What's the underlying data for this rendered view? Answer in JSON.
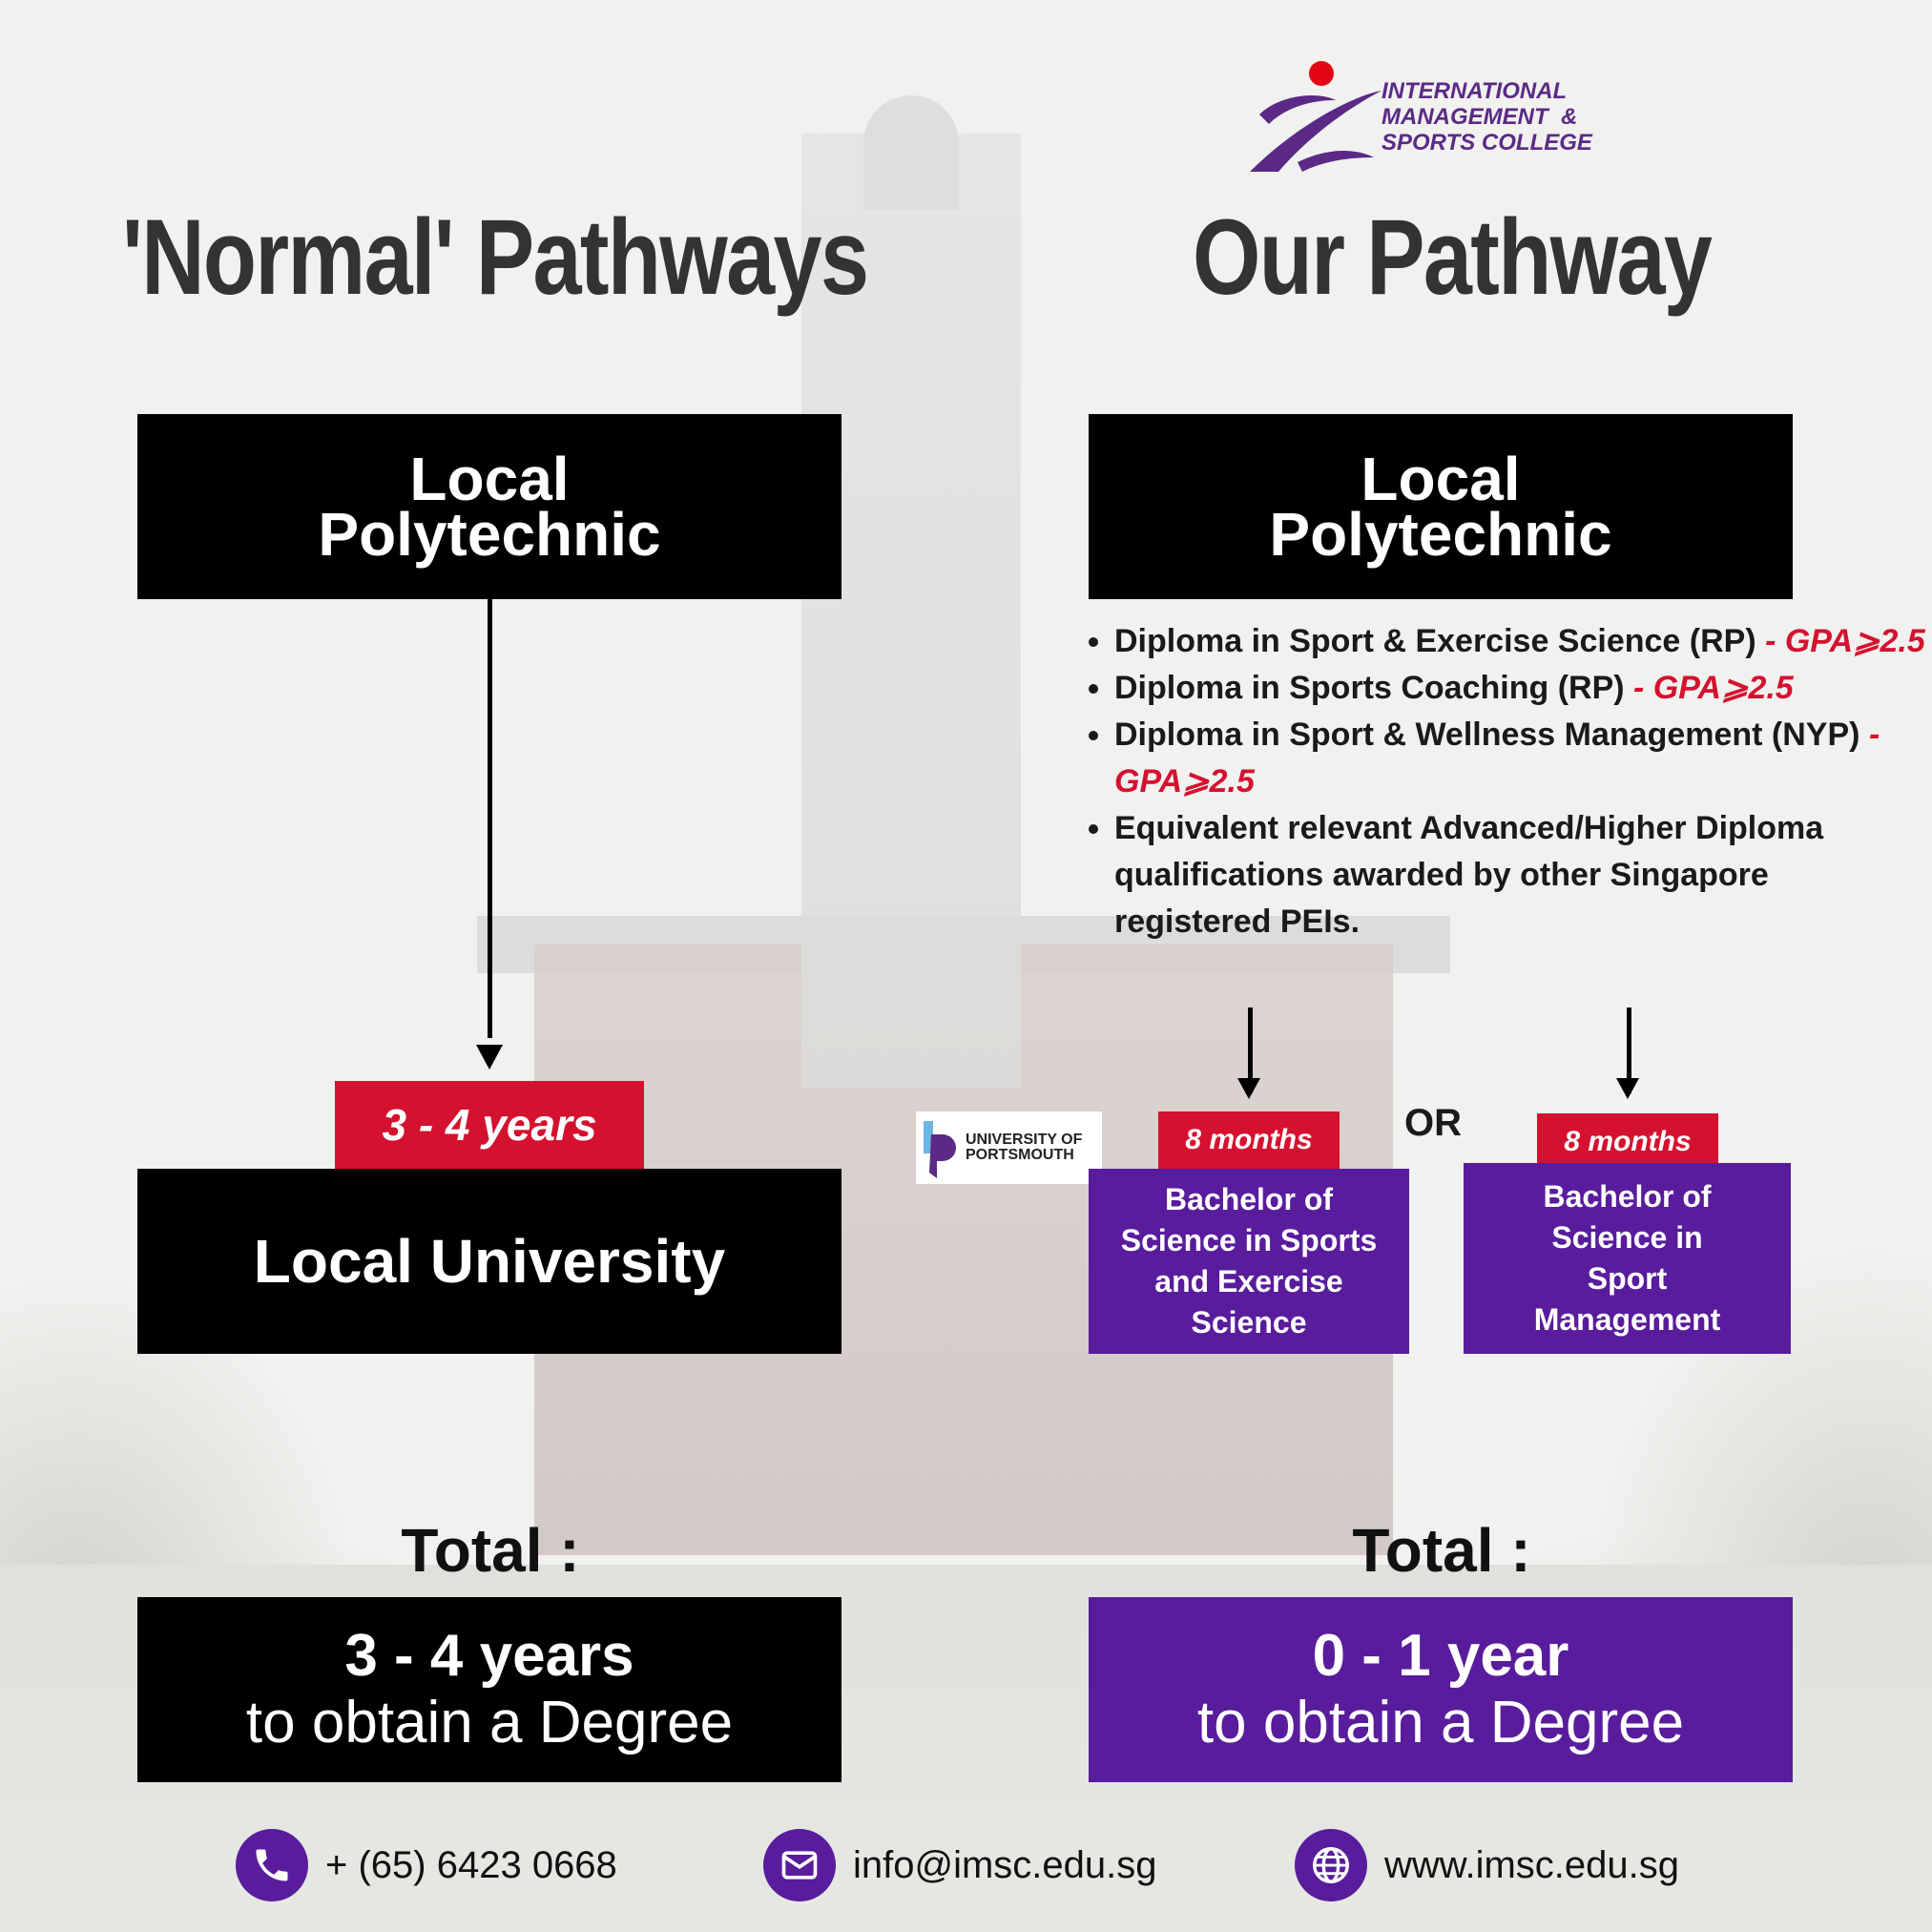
{
  "logo": {
    "lines": [
      "INTERNATIONAL",
      "MANAGEMENT  &",
      "SPORTS COLLEGE"
    ]
  },
  "headings": {
    "left": "'Normal' Pathways",
    "right": "Our Pathway"
  },
  "left": {
    "poly": [
      "Local",
      "Polytechnic"
    ],
    "duration": "3 - 4 years",
    "university": "Local University",
    "total_label": "Total :",
    "total_big": "3 - 4 years",
    "total_small": "to obtain a Degree"
  },
  "right": {
    "poly": [
      "Local",
      "Polytechnic"
    ],
    "bullets": [
      {
        "text": "Diploma in Sport & Exercise Science (RP) ",
        "gpa": "- GPA⩾2.5"
      },
      {
        "text": "Diploma in Sports Coaching (RP) ",
        "gpa": "- GPA⩾2.5"
      },
      {
        "text": "Diploma in Sport & Wellness Management (NYP) ",
        "gpa": "- GPA⩾2.5"
      },
      {
        "text": "Equivalent relevant Advanced/Higher Diploma qualifications awarded by other Singapore registered PEIs.",
        "gpa": ""
      }
    ],
    "or_label": "OR",
    "uop": [
      "UNIVERSITY OF",
      "PORTSMOUTH"
    ],
    "program1": {
      "duration": "8 months",
      "lines": [
        "Bachelor of",
        "Science in Sports",
        "and Exercise",
        "Science"
      ]
    },
    "program2": {
      "duration": "8 months",
      "lines": [
        "Bachelor of",
        "Science in",
        "Sport",
        "Management"
      ]
    },
    "total_label": "Total :",
    "total_big": "0 - 1 year",
    "total_small": "to obtain a Degree"
  },
  "contact": {
    "phone": "+ (65) 6423 0668",
    "email": "info@imsc.edu.sg",
    "website": "www.imsc.edu.sg"
  },
  "colors": {
    "purple": "#591c9c",
    "red": "#d4122f",
    "black": "#000000"
  },
  "icons": [
    "phone-icon",
    "mail-icon",
    "globe-icon"
  ]
}
